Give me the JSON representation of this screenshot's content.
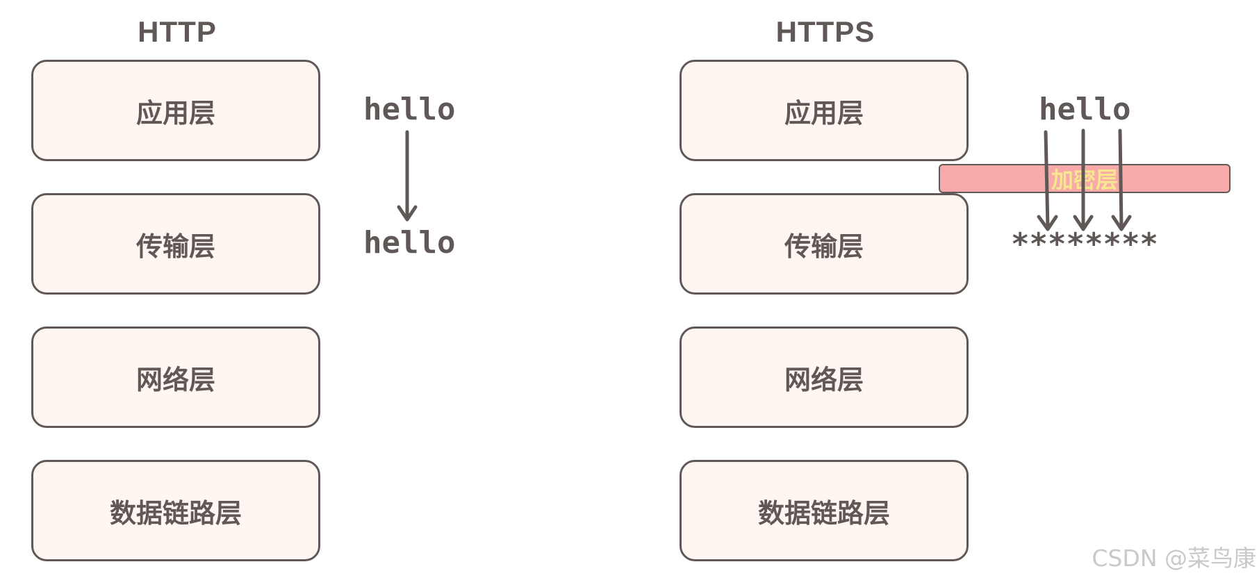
{
  "http": {
    "title": "HTTP",
    "layers": [
      "应用层",
      "传输层",
      "网络层",
      "数据链路层"
    ],
    "text_before": "hello",
    "text_after": "hello"
  },
  "https": {
    "title": "HTTPS",
    "layers": [
      "应用层",
      "传输层",
      "网络层",
      "数据链路层"
    ],
    "encryption_layer": "加密层",
    "text_before": "hello",
    "text_after": "********"
  },
  "watermark": "CSDN @菜鸟康",
  "colors": {
    "stroke": "#5f5856",
    "layer_fill": "#fdf6f1",
    "encryption_fill": "#f8a9a9",
    "encryption_text": "#f7e78f",
    "watermark": "#c9c9c9"
  }
}
